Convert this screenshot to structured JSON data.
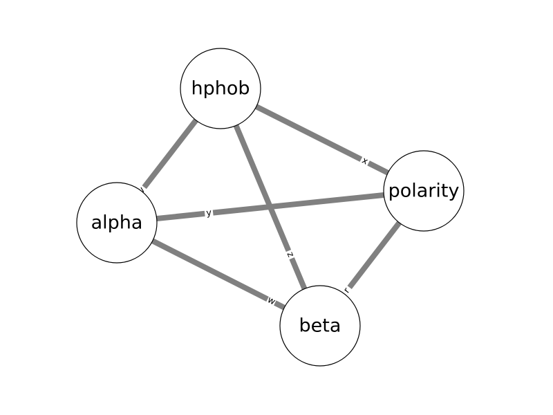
{
  "graph": {
    "nodes": [
      {
        "id": "hphob",
        "label": "hphob"
      },
      {
        "id": "polarity",
        "label": "polarity"
      },
      {
        "id": "alpha",
        "label": "alpha"
      },
      {
        "id": "beta",
        "label": "beta"
      }
    ],
    "edges": [
      {
        "source": "hphob",
        "target": "alpha",
        "label": "v"
      },
      {
        "source": "hphob",
        "target": "polarity",
        "label": "x"
      },
      {
        "source": "hphob",
        "target": "beta",
        "label": "z"
      },
      {
        "source": "alpha",
        "target": "polarity",
        "label": "y"
      },
      {
        "source": "alpha",
        "target": "beta",
        "label": "w"
      },
      {
        "source": "polarity",
        "target": "beta",
        "label": "r"
      }
    ],
    "colors": {
      "edge": "#808080",
      "node_fill": "#ffffff",
      "node_stroke": "#000000",
      "text": "#000000"
    }
  }
}
